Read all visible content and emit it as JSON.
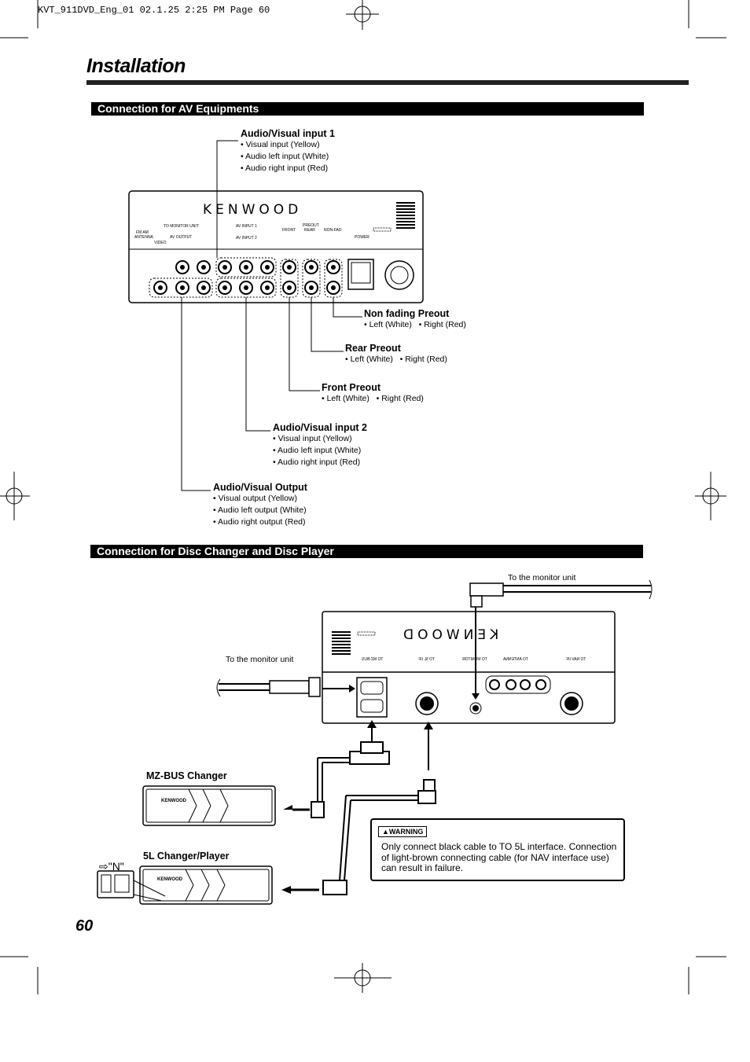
{
  "header_line": "KVT_911DVD_Eng_01   02.1.25  2:25 PM  Page 60",
  "page_title": "Installation",
  "page_number": "60",
  "section1": {
    "title": "Connection for AV Equipments",
    "unit_brand": "KENWOOD",
    "panel_labels": {
      "fm_am": "FM AM",
      "antenna": "ANTENNA",
      "to_monitor": "TO MONITOR UNIT",
      "av_output": "AV OUTPUT",
      "video": "VIDEO",
      "av_input1": "AV INPUT 1",
      "av_input2": "AV INPUT 2",
      "preout": "PREOUT",
      "front": "FRONT",
      "rear": "REAR",
      "nonfad": "NON-FAD",
      "power": "POWER"
    },
    "callouts": [
      {
        "title": "Audio/Visual input 1",
        "items": [
          "• Visual input (Yellow)",
          "• Audio left input (White)",
          "• Audio right input (Red)"
        ]
      },
      {
        "title": "Non fading Preout",
        "items": [
          "• Left (White)   • Right (Red)"
        ]
      },
      {
        "title": "Rear Preout",
        "items": [
          "• Left (White)   • Right (Red)"
        ]
      },
      {
        "title": "Front Preout",
        "items": [
          "• Left (White)   • Right (Red)"
        ]
      },
      {
        "title": "Audio/Visual input 2",
        "items": [
          "• Visual input (Yellow)",
          "• Audio left input (White)",
          "• Audio right input (Red)"
        ]
      },
      {
        "title": "Audio/Visual Output",
        "items": [
          "• Visual output (Yellow)",
          "• Audio left output (White)",
          "• Audio right output (Red)"
        ]
      }
    ]
  },
  "section2": {
    "title": "Connection for Disc Changer and Disc Player",
    "to_monitor_top": "To the monitor unit",
    "to_monitor_left": "To the monitor unit",
    "unit_brand": "KENWOOD",
    "port_labels": [
      "TO MZ-BUS",
      "TO 5L I/F",
      "TO MONITOR",
      "TO ANTENNA",
      "TO NAV I/F"
    ],
    "mz_bus_label": "MZ-BUS Changer",
    "fivel_label": "5L Changer/Player",
    "n_label": "⇨\"N\"",
    "warning_badge": "▲WARNING",
    "warning_text": "Only connect black cable to TO 5L interface. Connection of light-brown connecting cable (for NAV interface use) can result in failure."
  }
}
